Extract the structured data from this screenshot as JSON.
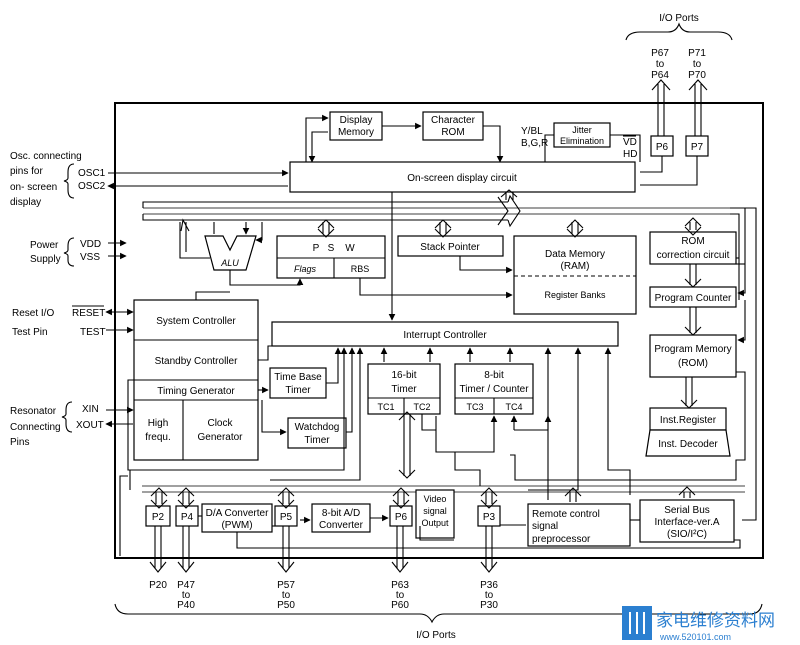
{
  "labels": {
    "io_ports_top": "I/O Ports",
    "io_ports_bottom": "I/O Ports",
    "p67": "P67",
    "p67_to": "to",
    "p64": "P64",
    "p71": "P71",
    "p71_to": "to",
    "p70": "P70",
    "p6_top": "P6",
    "p7_top": "P7",
    "ybl": "Y/BL",
    "bgr": "B,G,R",
    "vd": "VD",
    "hd": "HD",
    "osc_title_1": "Osc. connecting",
    "osc_title_2": "pins for",
    "osc_title_3": "on- screen",
    "osc_title_4": "display",
    "osc1": "OSC1",
    "osc2": "OSC2",
    "power_1": "Power",
    "power_2": "Supply",
    "vdd": "VDD",
    "vss": "VSS",
    "reset_io": "Reset I/O",
    "reset": "RESET",
    "test_pin": "Test Pin",
    "test": "TEST",
    "res_1": "Resonator",
    "res_2": "Connecting",
    "res_3": "Pins",
    "xin": "XIN",
    "xout": "XOUT",
    "p20": "P20",
    "p47": "P47",
    "p47_to": "to",
    "p40": "P40",
    "p57": "P57",
    "p57_to": "to",
    "p50": "P50",
    "p63": "P63",
    "p63_to": "to",
    "p60": "P60",
    "p36": "P36",
    "p36_to": "to",
    "p30": "P30"
  },
  "blocks": {
    "display_memory_1": "Display",
    "display_memory_2": "Memory",
    "char_rom_1": "Character",
    "char_rom_2": "ROM",
    "jitter_1": "Jitter",
    "jitter_2": "Elimination",
    "osd": "On-screen display circuit",
    "alu": "ALU",
    "psw_p": "P",
    "psw_s": "S",
    "psw_w": "W",
    "flags": "Flags",
    "rbs": "RBS",
    "stack_pointer": "Stack Pointer",
    "data_memory_1": "Data Memory",
    "data_memory_2": "(RAM)",
    "register_banks": "Register Banks",
    "rom_corr_1": "ROM",
    "rom_corr_2": "correction circuit",
    "program_counter": "Program Counter",
    "program_memory_1": "Program Memory",
    "program_memory_2": "(ROM)",
    "inst_register": "Inst.Register",
    "inst_decoder": "Inst. Decoder",
    "system_controller": "System Controller",
    "standby_controller": "Standby Controller",
    "timing_generator": "Timing Generator",
    "high_1": "High",
    "high_2": "frequ.",
    "clock_1": "Clock",
    "clock_2": "Generator",
    "time_base_1": "Time Base",
    "time_base_2": "Timer",
    "watchdog_1": "Watchdog",
    "watchdog_2": "Timer",
    "interrupt_controller": "Interrupt Controller",
    "timer16_1": "16-bit",
    "timer16_2": "Timer",
    "tc1": "TC1",
    "tc2": "TC2",
    "timer8_1": "8-bit",
    "timer8_2": "Timer / Counter",
    "tc3": "TC3",
    "tc4": "TC4",
    "p2": "P2",
    "p4": "P4",
    "da_1": "D/A Converter",
    "da_2": "(PWM)",
    "p5": "P5",
    "ad_1": "8-bit A/D",
    "ad_2": "Converter",
    "p6": "P6",
    "video_1": "Video",
    "video_2": "signal",
    "video_3": "Output",
    "p3": "P3",
    "remote_1": "Remote control",
    "remote_2": "signal",
    "remote_3": "preprocessor",
    "serial_1": "Serial Bus",
    "serial_2": "Interface-ver.A",
    "serial_3": "(SIO/I²C)"
  },
  "watermark": {
    "text": "家电维修资料网",
    "url": "www.520101.com"
  },
  "colors": {
    "line": "#000000",
    "watermark": "#2b7fd0"
  }
}
